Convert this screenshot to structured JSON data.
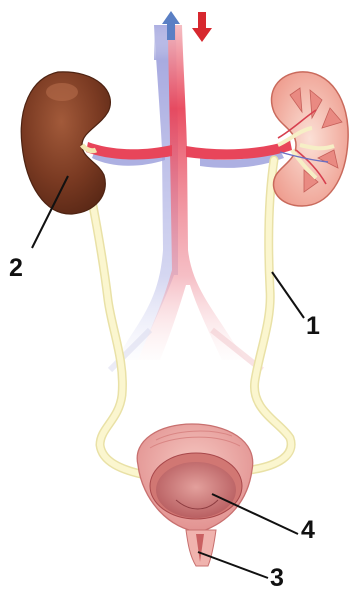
{
  "diagram": {
    "labels": {
      "ureter": "1",
      "kidney": "2",
      "urethra": "3",
      "bladder": "4"
    },
    "colors": {
      "artery": "#e8455a",
      "vein": "#8f93d6",
      "ureter": "#f8f2bd",
      "kidney_outer": "#7a3a22",
      "kidney_section": "#f3c1b5",
      "bladder": "#e8a2a0",
      "arrow_up": "#5a7fc4",
      "arrow_down": "#d7282f",
      "leader_line": "#111111"
    }
  }
}
